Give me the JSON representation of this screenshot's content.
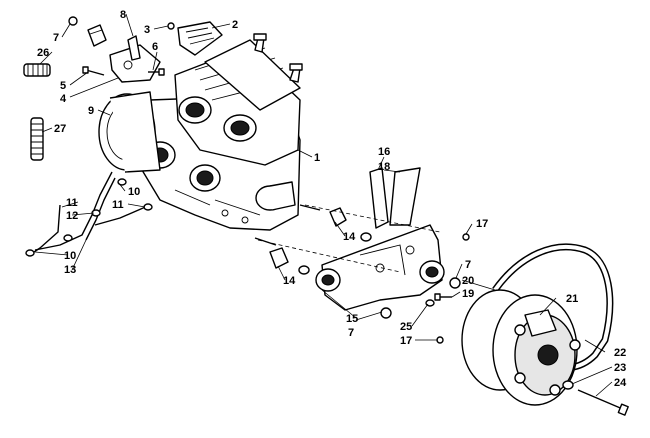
{
  "callouts": {
    "c1": "1",
    "c2": "2",
    "c3": "3",
    "c4": "4",
    "c5": "5",
    "c6": "6",
    "c7a": "7",
    "c7b": "7",
    "c7c": "7",
    "c8": "8",
    "c9": "9",
    "c10a": "10",
    "c10b": "10",
    "c11a": "11",
    "c11b": "11",
    "c12": "12",
    "c13": "13",
    "c14a": "14",
    "c14b": "14",
    "c15": "15",
    "c16": "16",
    "c17a": "17",
    "c17b": "17",
    "c18": "18",
    "c19": "19",
    "c20": "20",
    "c21": "21",
    "c22": "22",
    "c23": "23",
    "c24": "24",
    "c25": "25",
    "c26": "26",
    "c27": "27"
  }
}
